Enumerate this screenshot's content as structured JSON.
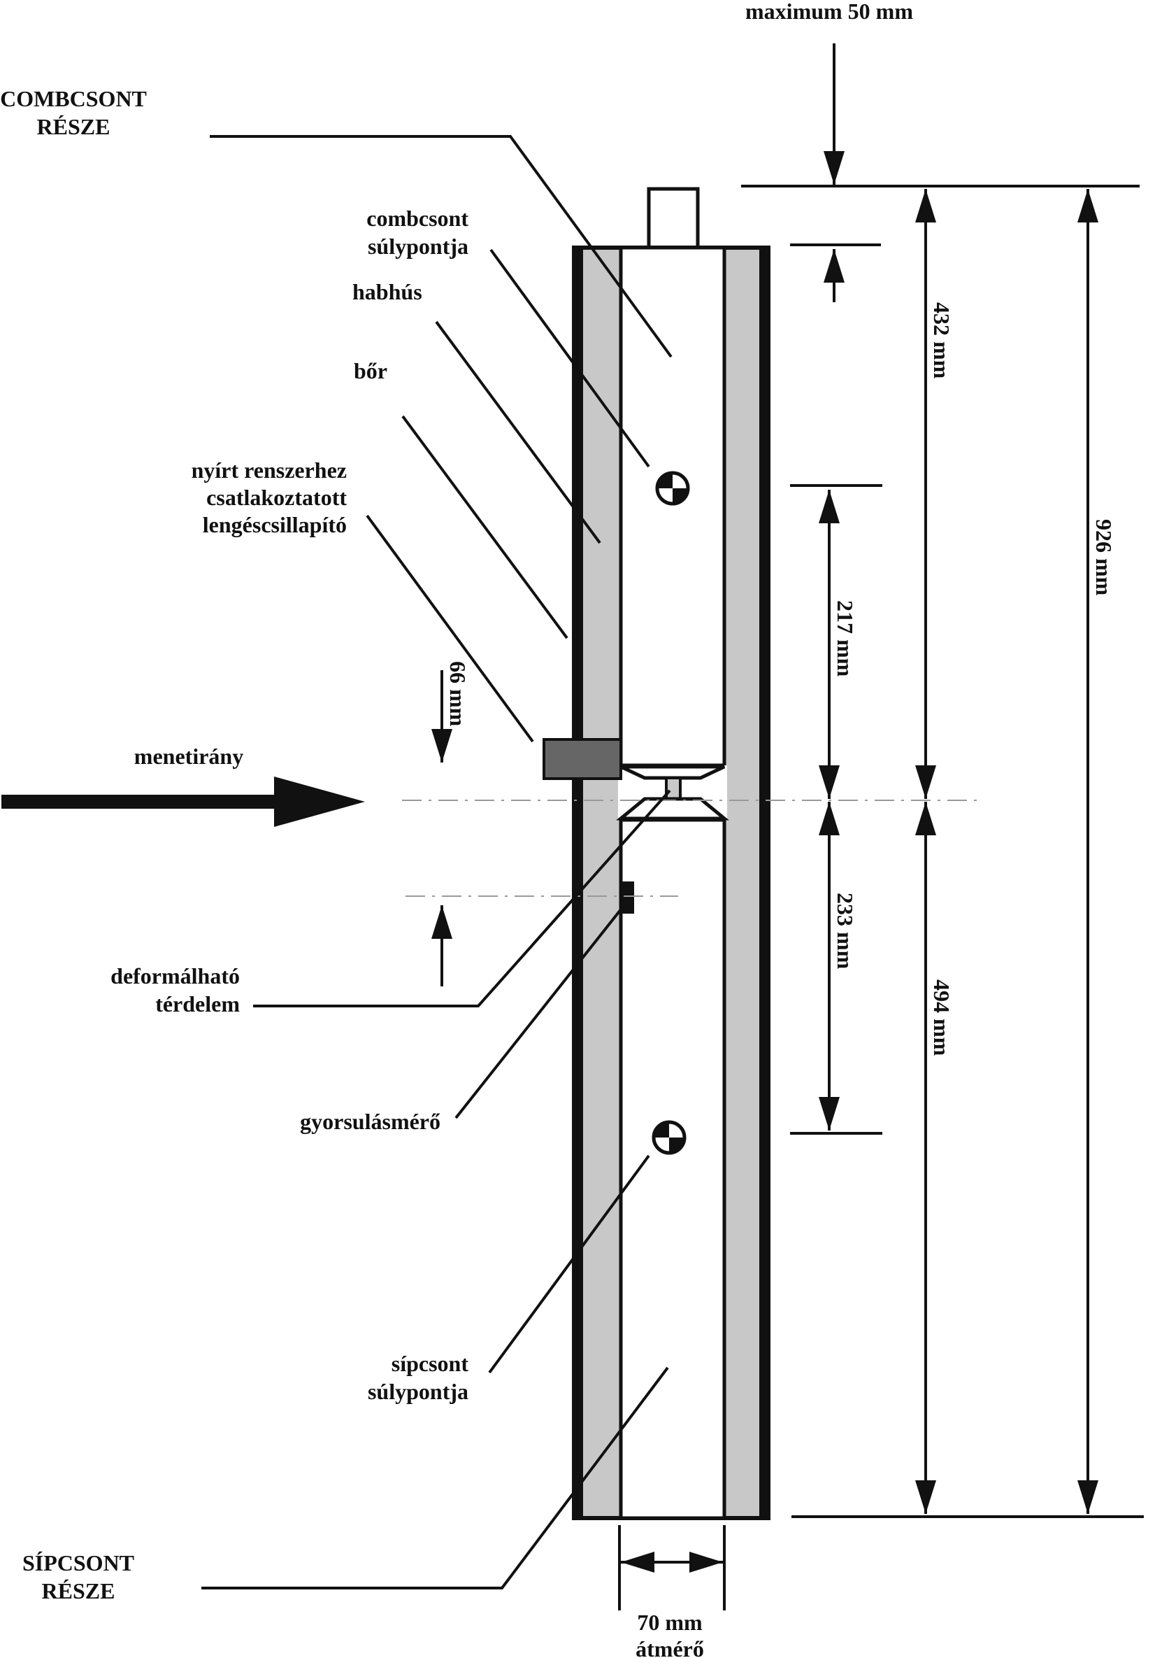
{
  "diagram": {
    "colors": {
      "ink": "#111111",
      "foam": "#c8c8c8",
      "damper": "#666666",
      "background": "#ffffff"
    },
    "section_labels": {
      "femur_part": [
        "COMBCSONT",
        "RÉSZE"
      ],
      "tibia_part": [
        "SÍPCSONT",
        "RÉSZE"
      ]
    },
    "component_labels": {
      "femur_cog": [
        "combcsont",
        "súlypontja"
      ],
      "foam_flesh": "habhús",
      "skin": "bőr",
      "damper": [
        "nyírt renszerhez",
        "csatlakoztatott",
        "lengéscsillapító"
      ],
      "travel_direction": "menetirány",
      "deformable_knee": [
        "deformálható",
        "térdelem"
      ],
      "accelerometer": "gyorsulásmérő",
      "tibia_cog": [
        "sípcsont",
        "súlypontja"
      ]
    },
    "dimensions": {
      "top_max": "maximum 50 mm",
      "femur_cog_from_top": "432 mm",
      "total_length": "926 mm",
      "knee_to_femur_cog": "217 mm",
      "knee_to_tibia_cog": "233 mm",
      "knee_to_bottom": "494 mm",
      "accelerometer_offset": "66 mm",
      "diameter_value": "70 mm",
      "diameter_label": "átmérő"
    },
    "icons": [
      "center-of-gravity-symbol",
      "arrow-right",
      "dimension-arrow"
    ]
  }
}
